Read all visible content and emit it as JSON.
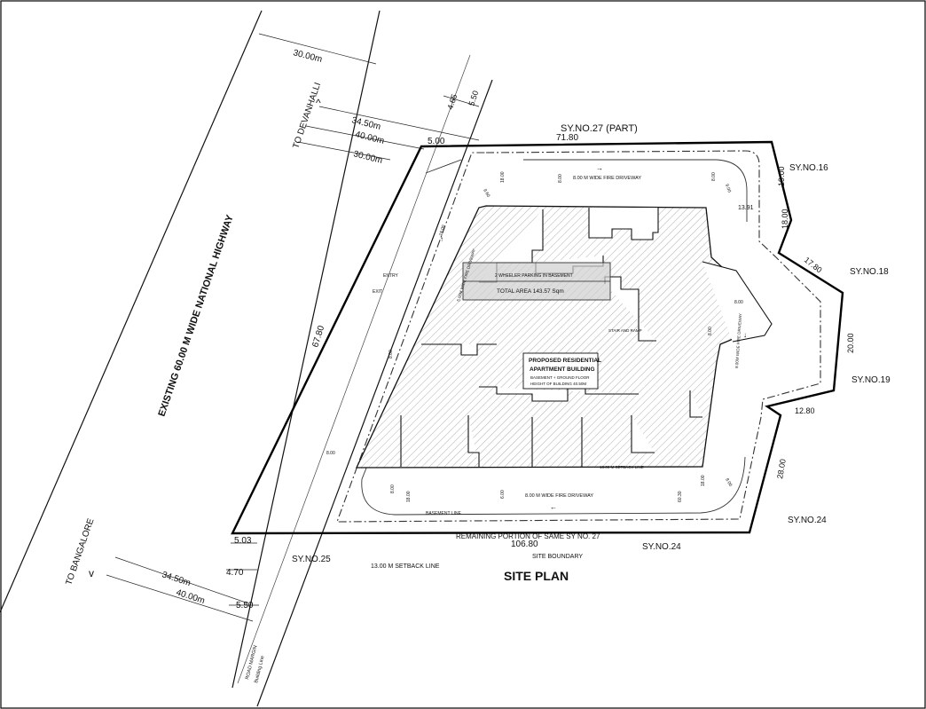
{
  "title": "SITE PLAN",
  "highway": {
    "name": "EXISTING 60.00 M WIDE NATIONAL HIGHWAY",
    "to_north": "TO DEVANHALLI",
    "to_south": "TO BANGALORE",
    "road_margin": "ROAD MARGIN",
    "building_line": "Building Line"
  },
  "top_dims": {
    "w30": "30.00m",
    "w465": "4.65",
    "w550": "5.50",
    "w3450": "34.50m",
    "w4000": "40.00m",
    "w3000b": "30.00m",
    "w500": "5.00"
  },
  "bottom_dims": {
    "w503": "5.03",
    "w470": "4.70",
    "w3450": "34.50m",
    "w4000": "40.00m",
    "w550": "5.50"
  },
  "survey": {
    "sy27": "SY.NO.27 (PART)",
    "sy16": "SY.NO.16",
    "sy18": "SY.NO.18",
    "sy19": "SY.NO.19",
    "sy24a": "SY.NO.24",
    "sy24b": "SY.NO.24",
    "sy25": "SY.NO.25"
  },
  "site_dims": {
    "top": "71.80",
    "right1": "19.00",
    "right2": "18.00",
    "right3": "17.80",
    "right4": "20.00",
    "right5": "12.80",
    "right6": "28.00",
    "bottom": "106.80",
    "left": "67.80",
    "setback_r": "13.91"
  },
  "notes": {
    "remaining": "REMAINING PORTION OF SAME SY NO. 27",
    "site_boundary": "SITE BOUNDARY",
    "setback_13": "13.00 M SETBACK LINE",
    "setback_tag": "13.00 M SETBACK LINE",
    "basement_line": "BASEMENT LINE",
    "fire_top": "8.00 M WIDE FIRE DRIVEWAY",
    "fire_bottom": "8.00 M WIDE FIRE DRIVEWAY",
    "fire_left": "5.00M WIDE FIRE DRIVEWAY",
    "fire_right": "8.00M WIDE FIRE DRIVEWAY",
    "entry": "ENTRY",
    "exit": "EXIT",
    "parking": "2 WHEELER PARKING IN BASEMENT",
    "total_area": "TOTAL AREA  143.57 Sqm",
    "stair": "STAIR AND RAMP",
    "bldg_line1": "PROPOSED RESIDENTIAL",
    "bldg_line2": "APARTMENT BUILDING",
    "bldg_line3": "BASEMENT + GROUND FLOOR",
    "bldg_line4": "HEIGHT OF BUILDING 40.50M"
  },
  "small_dims": {
    "d800a": "8.00",
    "d800b": "8.00",
    "d800c": "8.00",
    "d1800a": "18.00",
    "d1800b": "18.00",
    "d960": "9.60",
    "d900": "9.00",
    "d1800c": "18.00",
    "d800d": "8.00",
    "d800e": "8.00",
    "d1800d": "18.00",
    "d800f": "8.00",
    "d6030": "60.30",
    "d600": "6.00",
    "d800g": "8.00",
    "d800h": "8.00"
  }
}
